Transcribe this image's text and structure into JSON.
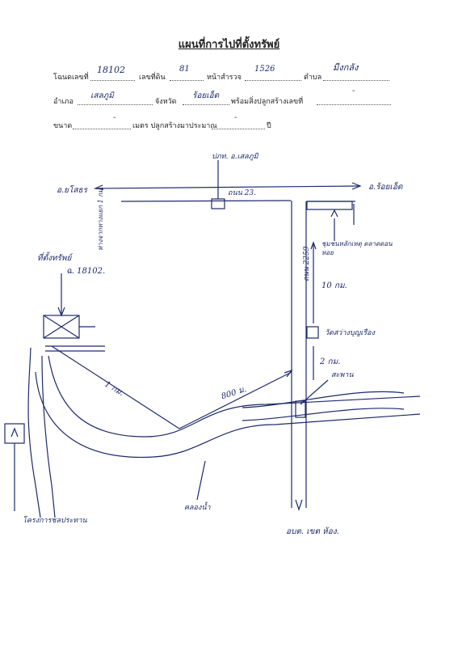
{
  "form": {
    "title": "แผนที่การไปที่ตั้งทรัพย์",
    "deed_label": "โฉนดเลขที่",
    "deed_value": "18102",
    "land_no_label": "เลขที่ดิน",
    "land_no_value": "81",
    "survey_page_label": "หน้าสำรวจ",
    "survey_page_value": "1526",
    "subdistrict_label": "ตำบล",
    "subdistrict_value": "มีงกลัง",
    "district_label": "อำเภอ",
    "district_value": "เสลภูมิ",
    "province_label": "จังหวัด",
    "province_value": "ร้อยเอ็ด",
    "with_building_label": "พร้อมสิ่งปลูกสร้างเลขที่",
    "with_building_value": "-",
    "size_label": "ขนาด",
    "size_value": "-",
    "size_unit_label": "เมตร ปลูกสร้างมาประมาณ",
    "age_value": "-",
    "year_label": "ปี"
  },
  "map": {
    "north_marker": "ปภท. อ.เสลภูมิ",
    "west_destination": "อ.ยโสธร",
    "east_destination": "อ.ร้อยเอ็ด",
    "main_road": "ถนน 23.",
    "side_road": "ถนน 2259",
    "vertical_note": "ห่างจากทางแยก 1 กม.",
    "property_label": "ที่ตั้งทรัพย์",
    "property_deed": "ฉ. 18102.",
    "note_community": "ชุมชนหลักเหตุ ตลาดดอนหอย",
    "dist_10km": "10 กม.",
    "temple": "วัดสว่างบุญเรือง",
    "dist_2km": "2 กม.",
    "bridge": "สะพาน",
    "dist_1km": "1 กม.",
    "dist_800m": "800 ม.",
    "south_destination": "อบต. เขต ห้อง.",
    "canal": "คลองน้ำ",
    "irrigation": "โครงการชลประทาน"
  }
}
